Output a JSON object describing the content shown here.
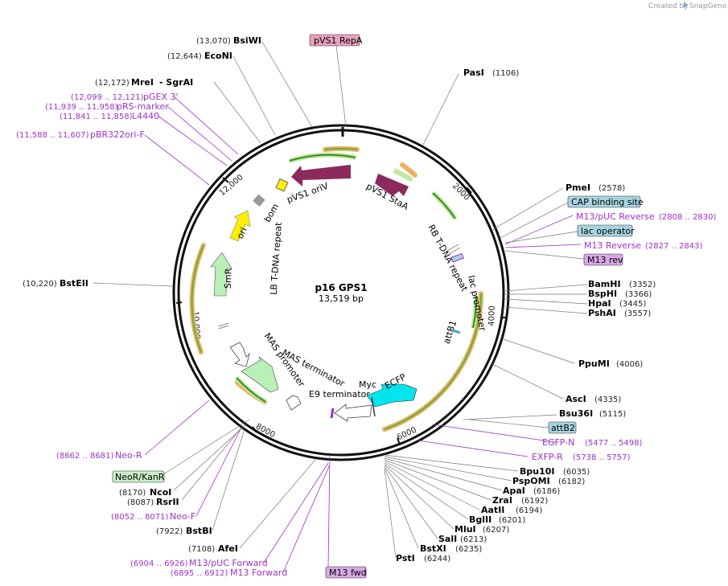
{
  "branding": {
    "created_by": "Created by",
    "product": "SnapGene"
  },
  "plasmid": {
    "name": "p16 GPS1",
    "size": "13,519 bp",
    "total_bp": 13519
  },
  "ticks": [
    "2000",
    "4000",
    "6000",
    "8000",
    "10,000",
    "12,000"
  ],
  "enzymes": [
    {
      "id": "bsiwi",
      "name": "BsiWI",
      "pos": "(13,070)"
    },
    {
      "id": "econi",
      "name": "EcoNI",
      "pos": "(12,644)"
    },
    {
      "id": "mrei",
      "name": "MreI",
      "extra": "- SgrAI",
      "pos": "(12,172)"
    },
    {
      "id": "pasi",
      "name": "PasI",
      "pos": "(1106)"
    },
    {
      "id": "pmei",
      "name": "PmeI",
      "pos": "(2578)"
    },
    {
      "id": "bamhi",
      "name": "BamHI",
      "pos": "(3352)"
    },
    {
      "id": "bsphi",
      "name": "BspHI",
      "pos": "(3366)"
    },
    {
      "id": "hpai",
      "name": "HpaI",
      "pos": "(3445)"
    },
    {
      "id": "pshai",
      "name": "PshAI",
      "pos": "(3557)"
    },
    {
      "id": "ppumi",
      "name": "PpuMI",
      "pos": "(4006)"
    },
    {
      "id": "asci",
      "name": "AscI",
      "pos": "(4335)"
    },
    {
      "id": "bsu36i",
      "name": "Bsu36I",
      "pos": "(5115)"
    },
    {
      "id": "bpu10i",
      "name": "Bpu10I",
      "pos": "(6035)"
    },
    {
      "id": "pspomi",
      "name": "PspOMI",
      "pos": "(6182)"
    },
    {
      "id": "apai",
      "name": "ApaI",
      "pos": "(6186)"
    },
    {
      "id": "zrai",
      "name": "ZraI",
      "pos": "(6192)"
    },
    {
      "id": "aatii",
      "name": "AatII",
      "pos": "(6194)"
    },
    {
      "id": "bglii",
      "name": "BglII",
      "pos": "(6201)"
    },
    {
      "id": "mlui",
      "name": "MluI",
      "pos": "(6207)"
    },
    {
      "id": "sali",
      "name": "SalI",
      "pos": "(6213)"
    },
    {
      "id": "bstxi",
      "name": "BstXI",
      "pos": "(6235)"
    },
    {
      "id": "psti",
      "name": "PstI",
      "pos": "(6244)"
    },
    {
      "id": "bsteii",
      "name": "BstEII",
      "pos": "(10,220)"
    },
    {
      "id": "ncoi",
      "name": "NcoI",
      "pos": "(8170)"
    },
    {
      "id": "rsrii",
      "name": "RsrII",
      "pos": "(8087)"
    },
    {
      "id": "bstbi",
      "name": "BstBI",
      "pos": "(7922)"
    },
    {
      "id": "afei",
      "name": "AfeI",
      "pos": "(7108)"
    }
  ],
  "primers": [
    {
      "id": "pgex3",
      "name": "pGEX 3'",
      "pos": "(12,099 .. 12,121)"
    },
    {
      "id": "prsmarker",
      "name": "pRS-marker",
      "pos": "(11,939 .. 11,958)"
    },
    {
      "id": "l4440",
      "name": "L4440",
      "pos": "(11,841 .. 11,858)"
    },
    {
      "id": "pbr322",
      "name": "pBR322ori-F",
      "pos": "(11,588 .. 11,607)"
    },
    {
      "id": "m13puc_rev",
      "name": "M13/pUC Reverse",
      "pos": "(2808 .. 2830)"
    },
    {
      "id": "m13rev_p",
      "name": "M13 Reverse",
      "pos": "(2827 .. 2843)"
    },
    {
      "id": "egfpn",
      "name": "EGFP-N",
      "pos": "(5477 .. 5498)"
    },
    {
      "id": "exfpr",
      "name": "EXFP-R",
      "pos": "(5738 .. 5757)"
    },
    {
      "id": "neor",
      "name": "Neo-R",
      "pos": "(8662 .. 8681)"
    },
    {
      "id": "neof",
      "name": "Neo-F",
      "pos": "(8052 .. 8071)"
    },
    {
      "id": "m13puc_fwd",
      "name": "M13/pUC Forward",
      "pos": "(6904 .. 6926)"
    },
    {
      "id": "m13fwd_p",
      "name": "M13 Forward",
      "pos": "(6895 .. 6912)"
    }
  ],
  "boxed": [
    {
      "id": "pvs1repa",
      "text": "pVS1 RepA",
      "color": "#e8a0c0"
    },
    {
      "id": "cap",
      "text": "CAP binding site",
      "color": "#a8d4e0"
    },
    {
      "id": "lacop",
      "text": "lac operator",
      "color": "#a8d4e0"
    },
    {
      "id": "m13rev",
      "text": "M13 rev",
      "color": "#d8a8e8"
    },
    {
      "id": "attb2",
      "text": "attB2",
      "color": "#a8d4e0"
    },
    {
      "id": "neokan",
      "text": "NeoR/KanR",
      "color": "#c8f0c8"
    },
    {
      "id": "m13fwd",
      "text": "M13 fwd",
      "color": "#d8a8e8"
    }
  ],
  "features": {
    "pvs1_oriv": "pVS1 oriV",
    "pvs1_staa": "pVS1 StaA",
    "bom": "bom",
    "ori": "ori",
    "smr": "SmR",
    "lb_tdna": "LB T-DNA repeat",
    "rb_tdna": "RB T-DNA repeat",
    "lac_promoter": "lac promoter",
    "attb1": "attB1",
    "mas_promoter": "MAS promoter",
    "mas_terminator": "MAS terminator",
    "e9_terminator": "E9 terminator",
    "myc": "Myc",
    "ecfp": "ECFP"
  },
  "colors": {
    "pvs1": "#8c2a5e",
    "ori": "#ffee00",
    "smr": "#b8f0b8",
    "ecfp": "#00e5ee",
    "orange": "#f0b060",
    "green": "#60b040",
    "primer": "#a030c8"
  }
}
